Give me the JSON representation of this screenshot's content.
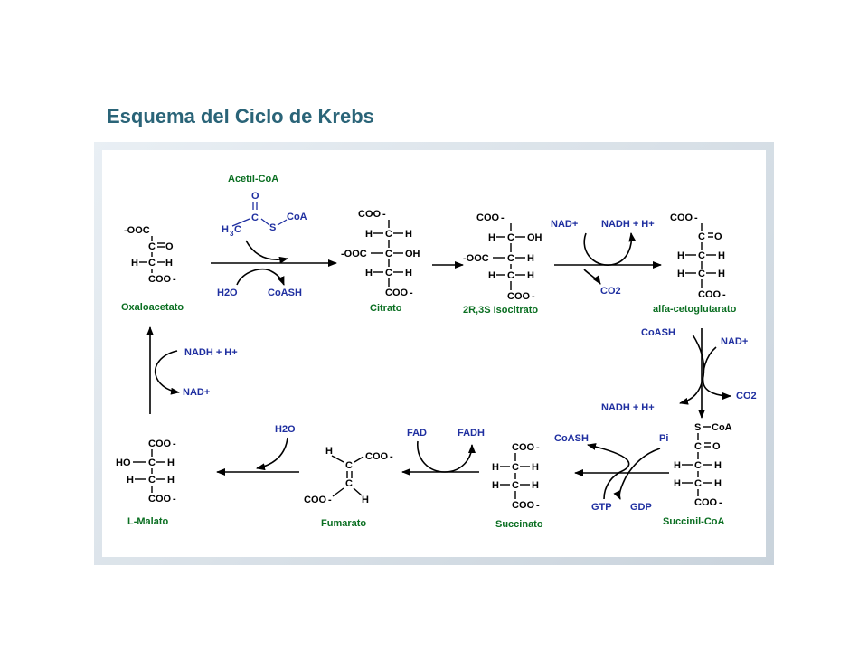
{
  "title": "Esquema del Ciclo de Krebs",
  "compounds": {
    "oxaloacetato": "Oxaloacetato",
    "citrato": "Citrato",
    "isocitrato": "2R,3S Isocitrato",
    "alfacetoglutarato": "alfa-cetoglutarato",
    "succinilcoa": "Succinil-CoA",
    "succinato": "Succinato",
    "fumarato": "Fumarato",
    "malato": "L-Malato"
  },
  "cofactors": {
    "acetilcoa": "Acetil-CoA",
    "h2o_1": "H2O",
    "coash_1": "CoASH",
    "nad_1": "NAD+",
    "nadh_1": "NADH + H+",
    "co2_1": "CO2",
    "coash_2": "CoASH",
    "nad_2": "NAD+",
    "co2_2": "CO2",
    "nadh_2": "NADH + H+",
    "coash_3": "CoASH",
    "pi": "Pi",
    "gtp": "GTP",
    "gdp": "GDP",
    "fad": "FAD",
    "fadh": "FADH",
    "h2o_2": "H2O",
    "nadh_3": "NADH + H+",
    "nad_3": "NAD+"
  },
  "colors": {
    "title": "#2a6478",
    "label": "#0b6f22",
    "cofactor": "#1f2fa0"
  }
}
